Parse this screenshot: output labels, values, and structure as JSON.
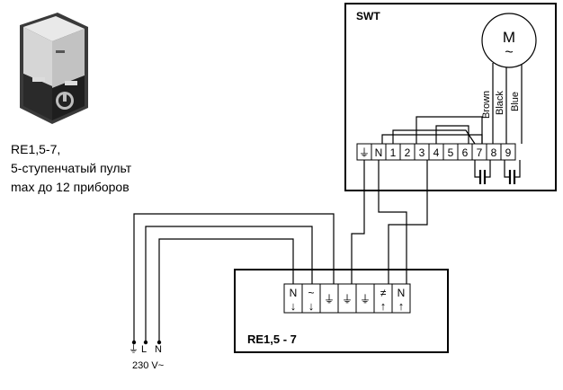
{
  "product": {
    "model_line": "RE1,5-7,",
    "desc_line1": "5-ступенчатый пульт",
    "desc_line2": "max до 12 приборов"
  },
  "swt": {
    "title": "SWT",
    "motor_symbol": "M",
    "motor_tilde": "~",
    "wire_brown": "Brown",
    "wire_black": "Black",
    "wire_blue": "Blue",
    "terminals": [
      "⏚",
      "N",
      "1",
      "2",
      "3",
      "4",
      "5",
      "6",
      "7",
      "8",
      "9"
    ]
  },
  "controller": {
    "title": "RE1,5 - 7",
    "terminals": [
      {
        "label": "N",
        "arrow": "↓"
      },
      {
        "label": "~",
        "arrow": "↓"
      },
      {
        "label": "⏚",
        "arrow": ""
      },
      {
        "label": "⏚",
        "arrow": ""
      },
      {
        "label": "⏚",
        "arrow": ""
      },
      {
        "label": "≠",
        "arrow": "↑"
      },
      {
        "label": "N",
        "arrow": "↑"
      }
    ]
  },
  "supply": {
    "pe": "⏚",
    "l": "L",
    "n": "N",
    "voltage": "230 V~"
  },
  "colors": {
    "line": "#000000",
    "photo_dark": "#2b2b2b",
    "photo_light": "#cfcfcf"
  }
}
